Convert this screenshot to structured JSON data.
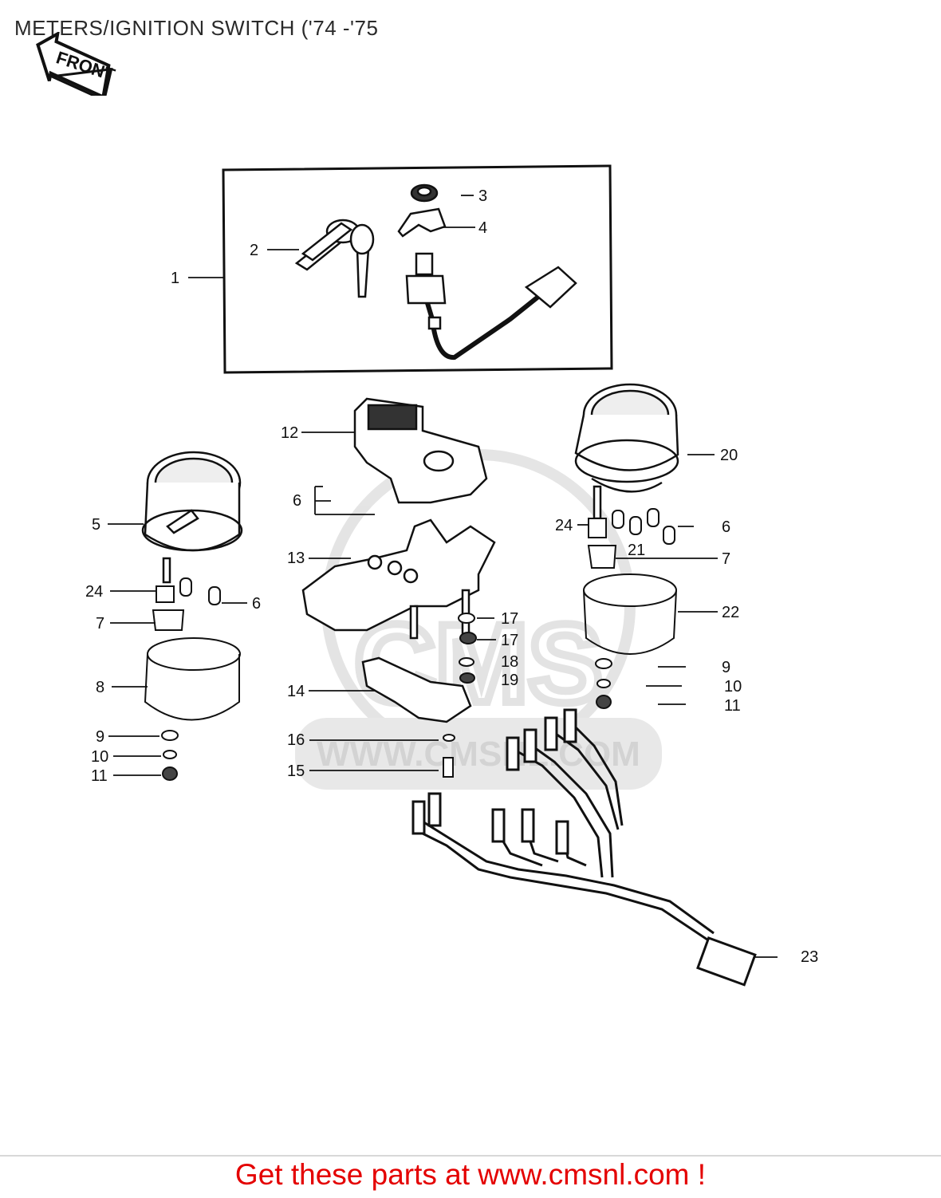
{
  "header": {
    "title": "METERS/IGNITION SWITCH ('74 -'75",
    "front_badge": "FRONT"
  },
  "callouts": [
    {
      "id": "1",
      "text": "1"
    },
    {
      "id": "2",
      "text": "2"
    },
    {
      "id": "3",
      "text": "3"
    },
    {
      "id": "4",
      "text": "4"
    },
    {
      "id": "5",
      "text": "5"
    },
    {
      "id": "6a",
      "text": "6"
    },
    {
      "id": "6b",
      "text": "6"
    },
    {
      "id": "6c",
      "text": "6"
    },
    {
      "id": "7a",
      "text": "7"
    },
    {
      "id": "7b",
      "text": "7"
    },
    {
      "id": "8",
      "text": "8"
    },
    {
      "id": "9a",
      "text": "9"
    },
    {
      "id": "9b",
      "text": "9"
    },
    {
      "id": "10a",
      "text": "10"
    },
    {
      "id": "10b",
      "text": "10"
    },
    {
      "id": "11a",
      "text": "11"
    },
    {
      "id": "11b",
      "text": "11"
    },
    {
      "id": "12",
      "text": "12"
    },
    {
      "id": "13",
      "text": "13"
    },
    {
      "id": "14",
      "text": "14"
    },
    {
      "id": "15",
      "text": "15"
    },
    {
      "id": "16",
      "text": "16"
    },
    {
      "id": "17a",
      "text": "17"
    },
    {
      "id": "17b",
      "text": "17"
    },
    {
      "id": "18",
      "text": "18"
    },
    {
      "id": "19",
      "text": "19"
    },
    {
      "id": "20",
      "text": "20"
    },
    {
      "id": "21",
      "text": "21"
    },
    {
      "id": "22",
      "text": "22"
    },
    {
      "id": "23",
      "text": "23"
    },
    {
      "id": "24a",
      "text": "24"
    },
    {
      "id": "24b",
      "text": "24"
    }
  ],
  "watermark": {
    "text": "WWW.CMSNL.COM",
    "color": "#d9d9d9"
  },
  "footer": {
    "text": "Get these parts at www.cmsnl.com !",
    "color": "#e40000"
  }
}
